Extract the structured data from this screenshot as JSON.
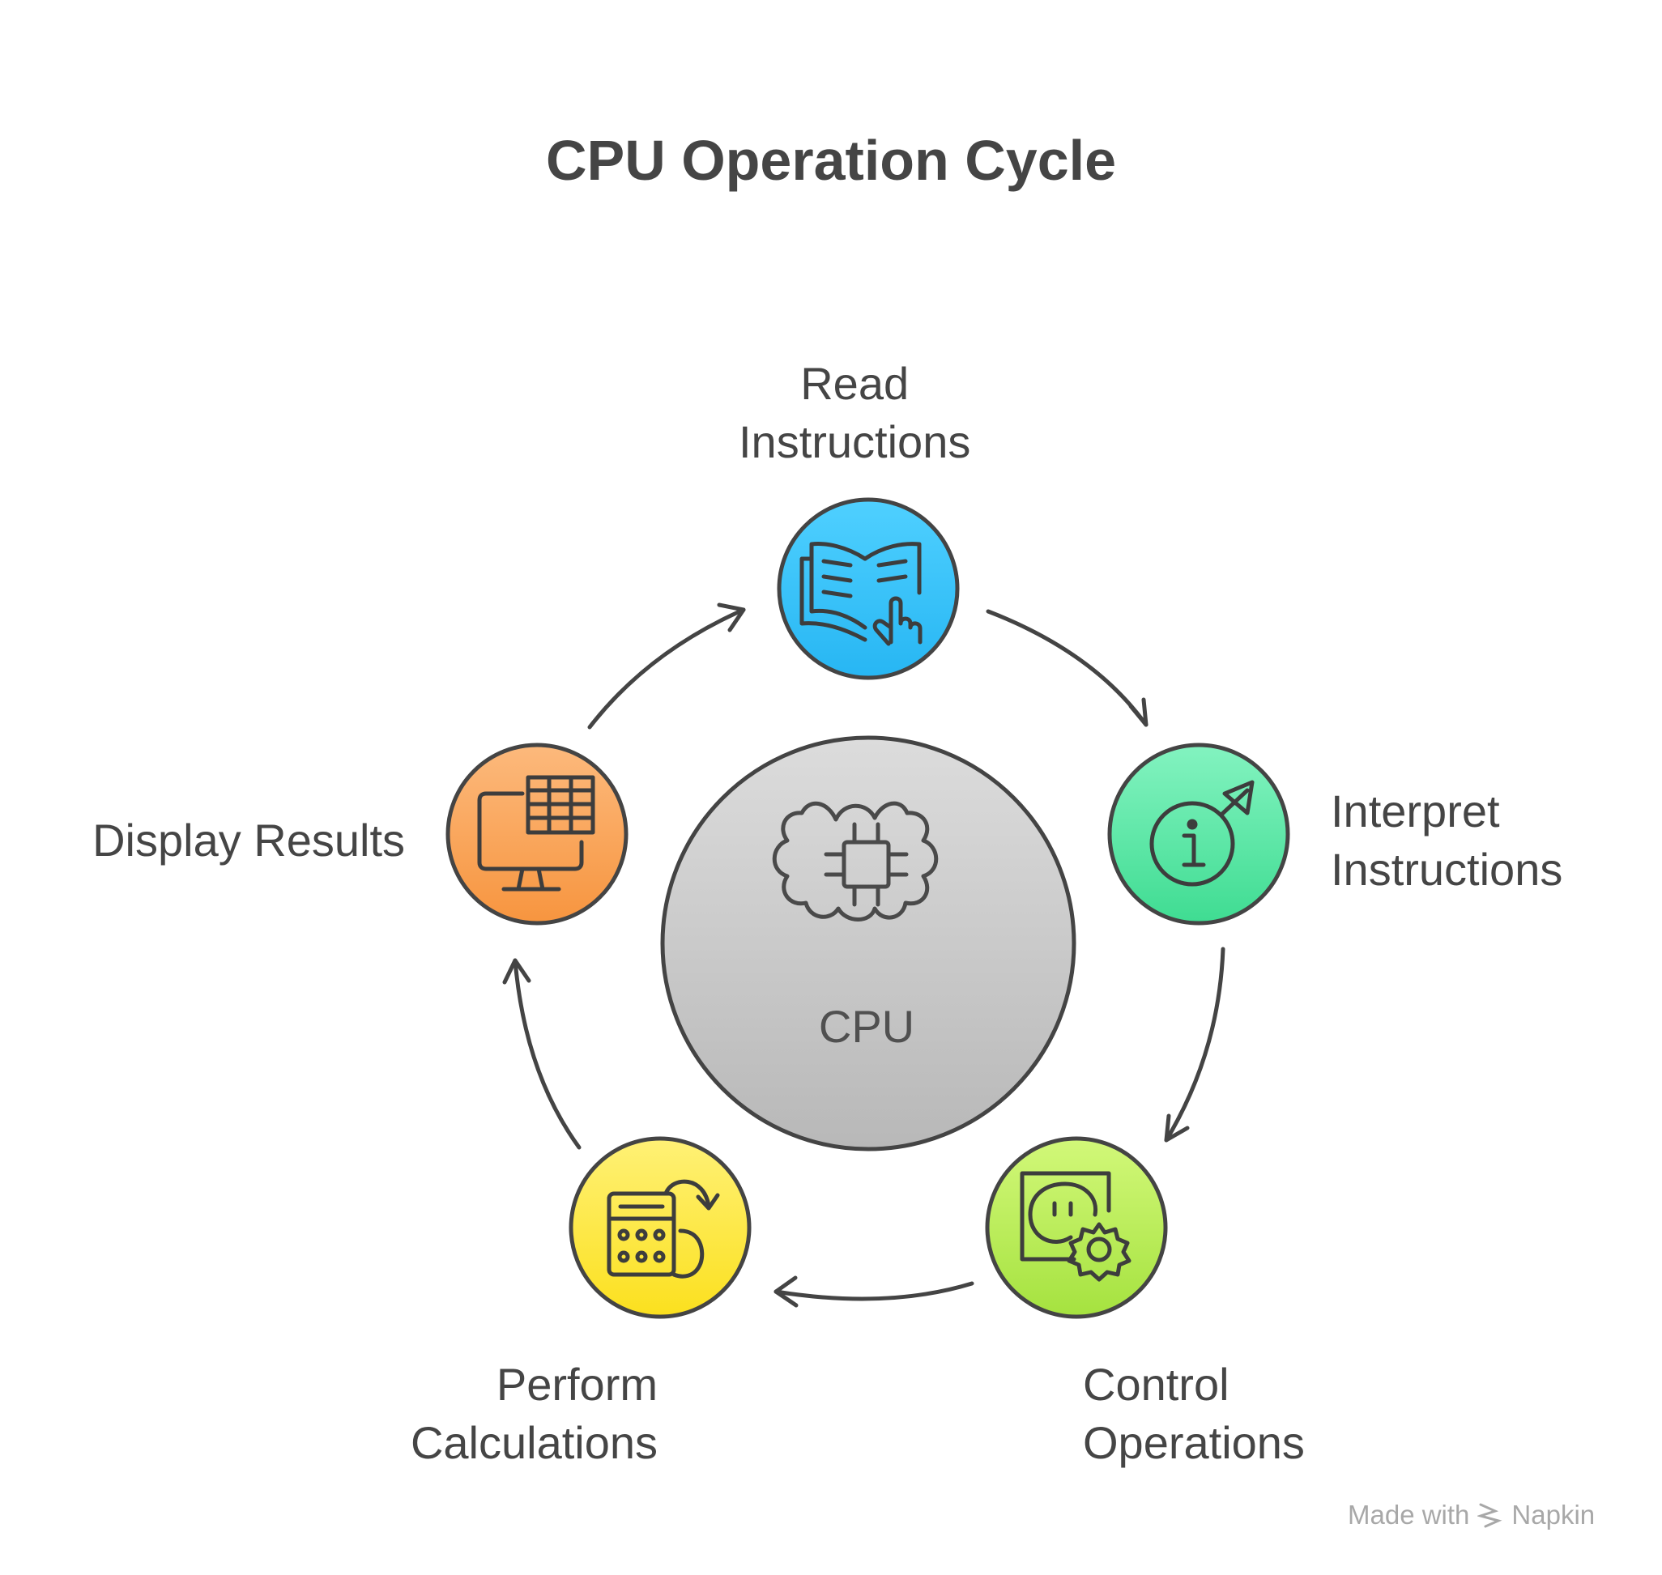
{
  "title": "CPU Operation Cycle",
  "center": {
    "label": "CPU",
    "icon": "brain-chip-icon"
  },
  "steps": [
    {
      "id": "read",
      "line1": "Read",
      "line2": "Instructions",
      "icon": "open-book-pointer-icon",
      "color_top": "#4fd0ff",
      "color_bottom": "#27b6f3"
    },
    {
      "id": "interpret",
      "line1": "Interpret",
      "line2": "Instructions",
      "icon": "info-circle-arrow-icon",
      "color_top": "#83f3c0",
      "color_bottom": "#3fdc92"
    },
    {
      "id": "control",
      "line1": "Control",
      "line2": "Operations",
      "icon": "socket-gear-icon",
      "color_top": "#d2f879",
      "color_bottom": "#a5e23f"
    },
    {
      "id": "perform",
      "line1": "Perform",
      "line2": "Calculations",
      "icon": "calculator-cycle-icon",
      "color_top": "#fff176",
      "color_bottom": "#fbe01e"
    },
    {
      "id": "display",
      "line1": "Display Results",
      "line2": "",
      "icon": "monitor-table-icon",
      "color_top": "#fcb97c",
      "color_bottom": "#f7953f"
    }
  ],
  "footer": {
    "made_with": "Made with",
    "brand": "Napkin"
  }
}
